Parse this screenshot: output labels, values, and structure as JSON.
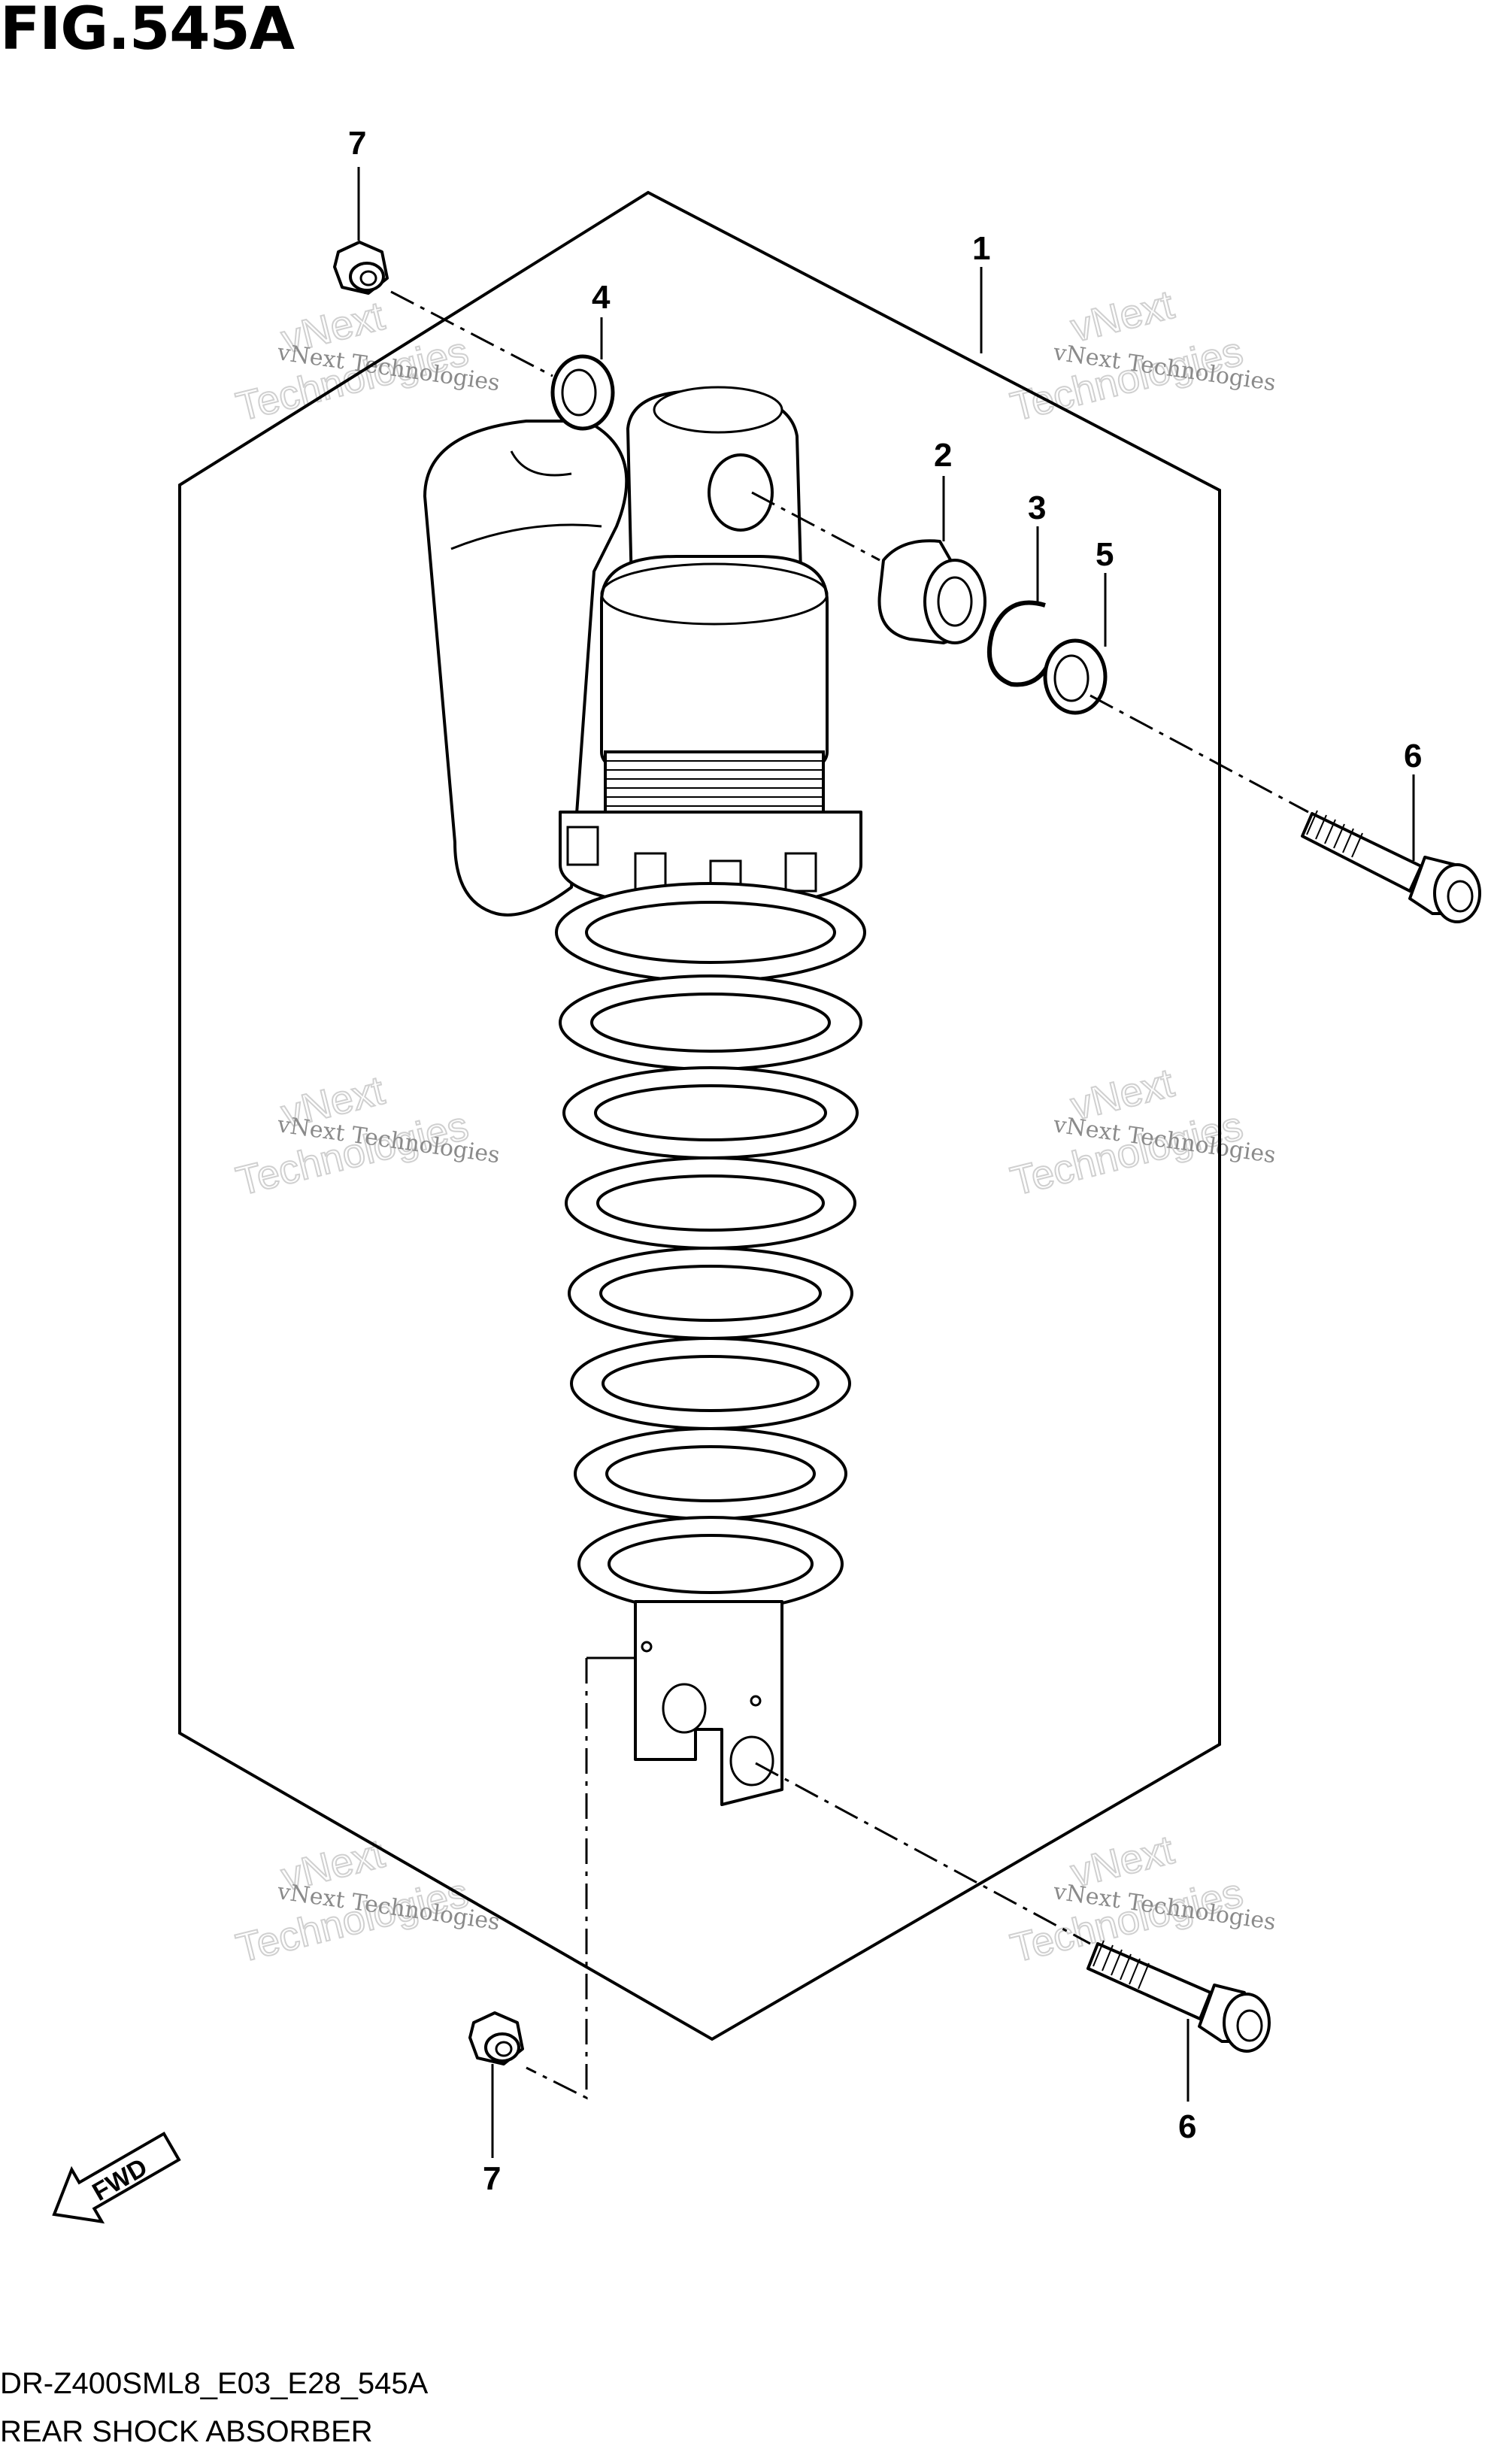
{
  "figure": {
    "title": "FIG.545A",
    "model_code": "DR-Z400SML8_E03_E28_545A",
    "caption": "REAR SHOCK ABSORBER",
    "fwd_label": "FWD"
  },
  "callouts": {
    "c1": "1",
    "c2": "2",
    "c3": "3",
    "c4": "4",
    "c5": "5",
    "c6a": "6",
    "c6b": "6",
    "c7a": "7",
    "c7b": "7"
  },
  "watermarks": {
    "small": "vNext Technologies",
    "big_1": "vNext",
    "big_2": "Technologies"
  }
}
